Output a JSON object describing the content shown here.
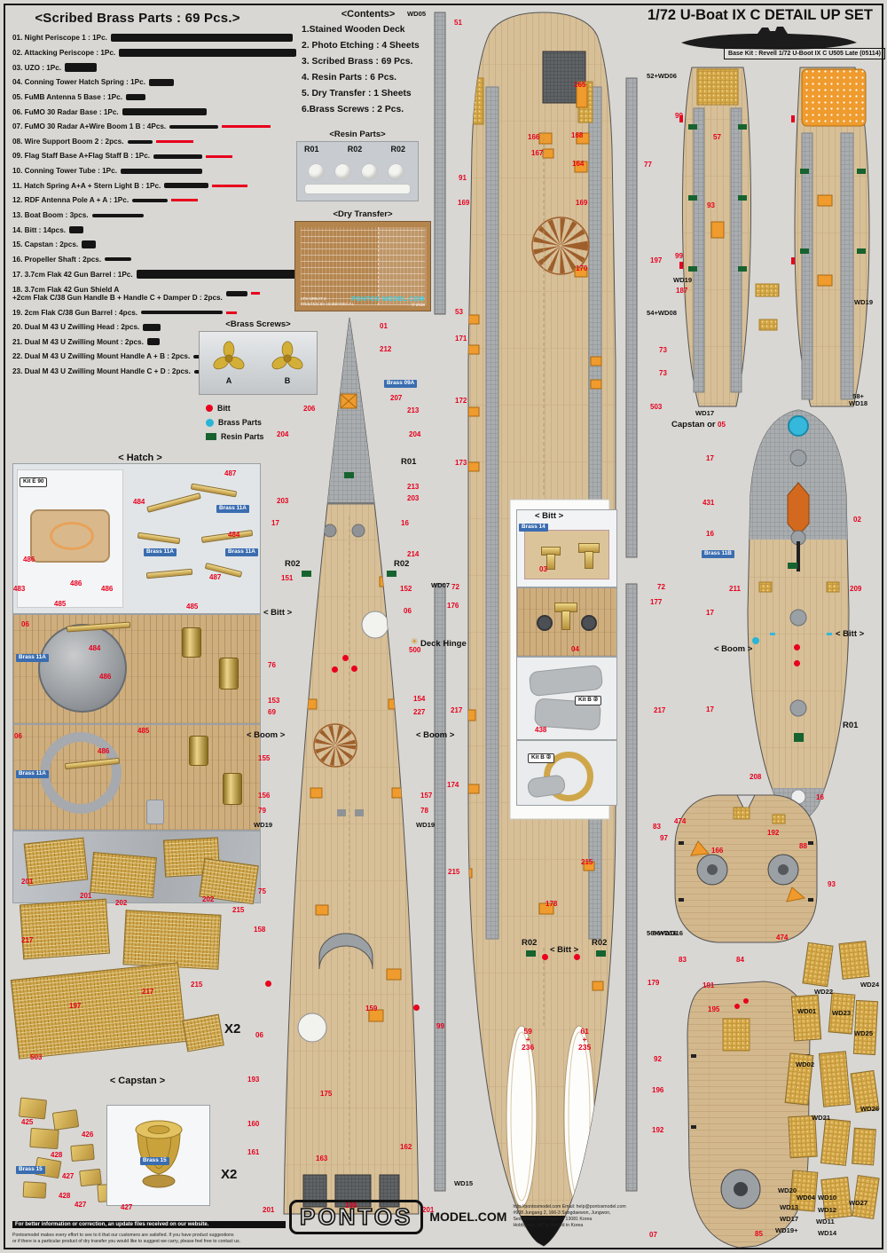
{
  "page": {
    "title": "1/72 U-Boat IX C DETAIL UP SET",
    "base_kit": "Base Kit : Revell 1/72 U-Boot IX C U505 Late (05114)"
  },
  "brass_parts": {
    "title": "<Scribed Brass Parts : 69 Pcs.>",
    "items": [
      [
        "01. Night Periscope 1 : 1Pc.",
        205,
        9,
        0
      ],
      [
        "02. Attacking Periscope : 1Pc.",
        200,
        9,
        0
      ],
      [
        "03. UZO : 1Pc.",
        36,
        10,
        0
      ],
      [
        "04. Conning Tower Hatch Spring : 1Pc.",
        28,
        8,
        0
      ],
      [
        "05. FuMB Antenna 5 Base : 1Pc.",
        22,
        7,
        0
      ],
      [
        "06. FuMO 30 Radar Base : 1Pc.",
        95,
        8,
        0
      ],
      [
        "07. FuMO 30 Radar A+Wire Boom 1 B : 4Pcs.",
        55,
        4,
        55
      ],
      [
        "08. Wire Support Boom 2 : 2pcs.",
        28,
        4,
        42
      ],
      [
        "09. Flag Staff Base A+Flag Staff B : 1Pc.",
        55,
        5,
        30
      ],
      [
        "10. Conning Tower Tube : 1Pc.",
        92,
        6,
        0
      ],
      [
        "11. Hatch Spring A+A +  Stern Light B : 1Pc.",
        50,
        6,
        40
      ],
      [
        "12. RDF Antenna Pole A + A : 1Pc.",
        40,
        4,
        30
      ],
      [
        "13. Boat Boom : 3pcs.",
        58,
        4,
        0
      ],
      [
        "14. Bitt : 14pcs.",
        16,
        8,
        0
      ],
      [
        "15. Capstan : 2pcs.",
        16,
        9,
        0
      ],
      [
        "16. Propeller Shaft : 2pcs.",
        30,
        4,
        0
      ],
      [
        "17. 3.7cm Flak 42 Gun Barrel : 1Pc.",
        210,
        10,
        0
      ],
      [
        "18. 3.7cm Flak 42 Gun Shield A\n      +2cm Flak C/38 Gun Handle B + Handle C + Damper D : 2pcs.",
        24,
        6,
        10
      ],
      [
        "19. 2cm Flak C/38 Gun Barrel :  4pcs.",
        92,
        4,
        12
      ],
      [
        "20. Dual M 43 U Zwilling Head : 2pcs.",
        20,
        8,
        0
      ],
      [
        "21. Dual M 43 U Zwilling Mount : 2pcs.",
        14,
        8,
        0
      ],
      [
        "22. Dual M 43 U Zwilling Mount Handle A + B : 2pcs.",
        30,
        4,
        10
      ],
      [
        "23. Dual M 43 U Zwilling Mount Handle C + D : 2pcs.",
        28,
        4,
        10
      ]
    ]
  },
  "contents": {
    "title": "<Contents>",
    "items": [
      "1.Stained Wooden Deck",
      "2. Photo Etching : 4 Sheets",
      "3. Scribed Brass : 69 Pcs.",
      "4. Resin Parts : 6 Pcs.",
      "5. Dry Transfer : 1 Sheets",
      "6.Brass Screws : 2 Pcs."
    ]
  },
  "resin": {
    "title": "<Resin Parts>",
    "labels": [
      "R01",
      "R02",
      "R02"
    ]
  },
  "dry": {
    "title": "<Dry Transfer>",
    "lts": "LTS GREAT 2\nPRINTED BY HOBBYDECAL",
    "mark": "PONTOS MODEL.COM",
    "year": "© 2018"
  },
  "screws": {
    "title": "<Brass Screws>",
    "a": "A",
    "b": "B"
  },
  "legend": [
    {
      "k": "dr",
      "label": "Bitt"
    },
    {
      "k": "dc",
      "label": "Brass Parts"
    },
    {
      "k": "dg",
      "label": "Resin Parts"
    }
  ],
  "hatch": {
    "title": "< Hatch >"
  },
  "capstan": {
    "title": "< Capstan >"
  },
  "footer": {
    "note": "For better information or correction, an update files received on our website.",
    "fine": "Pontosmodel makes every effort to see to it that our customers are satisfied. If you have product suggestions\nor if there is a particular product of dry transfer you would like to suggest we carry,  please feel free to contact us.",
    "logo": "PONTOS",
    "logo_sub": "MODEL.COM",
    "contact": "http://pontosmodel.com  Email: help@pontosmodel.com\n#908 Jungang 2, 166-3 Sangdaewon, Jungwon,\nSeongnam, Gyeonggi-do 13081 Korea\nHobbyway, INC ●  Printed in Korea"
  },
  "callouts": [
    [
      22,
      538,
      "Kit E 90",
      "kit"
    ],
    [
      253,
      530,
      "487",
      "r"
    ],
    [
      150,
      562,
      "484",
      "r"
    ],
    [
      244,
      569,
      "Brass 11A",
      "bl"
    ],
    [
      257,
      599,
      "484",
      "r"
    ],
    [
      26,
      627,
      "486",
      "r"
    ],
    [
      162,
      618,
      "Brass 11A",
      "bl"
    ],
    [
      254,
      618,
      "Brass 11A",
      "bl"
    ],
    [
      236,
      647,
      "487",
      "r"
    ],
    [
      79,
      654,
      "486",
      "r"
    ],
    [
      15,
      660,
      "483",
      "r"
    ],
    [
      61,
      677,
      "485",
      "r"
    ],
    [
      114,
      660,
      "486",
      "r"
    ],
    [
      210,
      680,
      "485",
      "r"
    ],
    [
      24,
      700,
      "06",
      "r"
    ],
    [
      100,
      727,
      "484",
      "r"
    ],
    [
      18,
      737,
      "Brass 11A",
      "bl"
    ],
    [
      112,
      759,
      "486",
      "r"
    ],
    [
      16,
      826,
      "06",
      "r"
    ],
    [
      155,
      820,
      "485",
      "r"
    ],
    [
      110,
      843,
      "486",
      "r"
    ],
    [
      18,
      868,
      "Brass 11A",
      "bl"
    ],
    [
      24,
      990,
      "201",
      "r"
    ],
    [
      90,
      1006,
      "201",
      "r"
    ],
    [
      130,
      1014,
      "202",
      "r"
    ],
    [
      228,
      1010,
      "202",
      "r"
    ],
    [
      262,
      1022,
      "215",
      "r"
    ],
    [
      24,
      1056,
      "217",
      "r"
    ],
    [
      160,
      1114,
      "217",
      "r"
    ],
    [
      215,
      1106,
      "215",
      "r"
    ],
    [
      78,
      1130,
      "197",
      "r"
    ],
    [
      34,
      1188,
      "503",
      "r"
    ],
    [
      253,
      1152,
      "X2",
      "x2"
    ],
    [
      24,
      1261,
      "425",
      "r"
    ],
    [
      92,
      1275,
      "426",
      "r"
    ],
    [
      57,
      1298,
      "428",
      "r"
    ],
    [
      70,
      1322,
      "427",
      "r"
    ],
    [
      18,
      1314,
      "Brass 15",
      "bl"
    ],
    [
      158,
      1304,
      "Brass 15",
      "bl"
    ],
    [
      84,
      1354,
      "427",
      "r"
    ],
    [
      136,
      1357,
      "427",
      "r"
    ],
    [
      66,
      1344,
      "428",
      "r"
    ],
    [
      249,
      1316,
      "X2",
      "x2"
    ],
    [
      428,
      364,
      "01",
      "r"
    ],
    [
      428,
      390,
      "212",
      "r"
    ],
    [
      433,
      428,
      "Brass 09A",
      "bl"
    ],
    [
      342,
      457,
      "206",
      "r"
    ],
    [
      440,
      445,
      "207",
      "r"
    ],
    [
      459,
      459,
      "213",
      "r"
    ],
    [
      312,
      486,
      "204",
      "r"
    ],
    [
      461,
      486,
      "204",
      "r"
    ],
    [
      452,
      516,
      "R01",
      "L"
    ],
    [
      459,
      545,
      "213",
      "r"
    ],
    [
      312,
      561,
      "203",
      "r"
    ],
    [
      459,
      558,
      "203",
      "r"
    ],
    [
      306,
      586,
      "17",
      "r"
    ],
    [
      452,
      586,
      "16",
      "r"
    ],
    [
      459,
      621,
      "214",
      "r"
    ],
    [
      321,
      631,
      "R02",
      "L"
    ],
    [
      444,
      631,
      "R02",
      "L"
    ],
    [
      317,
      648,
      "151",
      "r"
    ],
    [
      451,
      660,
      "152",
      "r"
    ],
    [
      455,
      685,
      "06",
      "r"
    ],
    [
      297,
      686,
      "< Bitt >",
      "L"
    ],
    [
      461,
      729,
      "500",
      "r"
    ],
    [
      474,
      721,
      "Deck Hinge",
      "L"
    ],
    [
      463,
      719,
      "✳",
      "gold"
    ],
    [
      302,
      746,
      "76",
      "r"
    ],
    [
      302,
      786,
      "153",
      "r"
    ],
    [
      466,
      784,
      "154",
      "r"
    ],
    [
      302,
      799,
      "69",
      "r"
    ],
    [
      466,
      799,
      "227",
      "r"
    ],
    [
      278,
      824,
      "< Boom >",
      "L"
    ],
    [
      469,
      824,
      "< Boom >",
      "L"
    ],
    [
      291,
      851,
      "155",
      "r"
    ],
    [
      291,
      893,
      "156",
      "r"
    ],
    [
      474,
      893,
      "157",
      "r"
    ],
    [
      291,
      910,
      "79",
      "r"
    ],
    [
      474,
      910,
      "78",
      "r"
    ],
    [
      286,
      926,
      "WD19",
      "b"
    ],
    [
      469,
      926,
      "WD19",
      "b"
    ],
    [
      291,
      1001,
      "75",
      "r"
    ],
    [
      286,
      1044,
      "158",
      "r"
    ],
    [
      288,
      1163,
      "06",
      "r"
    ],
    [
      412,
      1133,
      "159",
      "r"
    ],
    [
      279,
      1213,
      "193",
      "r"
    ],
    [
      361,
      1229,
      "175",
      "r"
    ],
    [
      279,
      1263,
      "160",
      "r"
    ],
    [
      279,
      1295,
      "161",
      "r"
    ],
    [
      451,
      1289,
      "162",
      "r"
    ],
    [
      356,
      1302,
      "163",
      "r"
    ],
    [
      389,
      1355,
      "198",
      "r"
    ],
    [
      296,
      1360,
      "201",
      "r"
    ],
    [
      476,
      1360,
      "201",
      "r"
    ],
    [
      386,
      738,
      "",
      "dr"
    ],
    [
      396,
      750,
      "",
      "dr"
    ],
    [
      374,
      751,
      "",
      "dr"
    ],
    [
      466,
      1132,
      "",
      "dr"
    ],
    [
      299,
      1105,
      "",
      "dr"
    ],
    [
      388,
      532,
      "",
      "dg"
    ],
    [
      340,
      643,
      "",
      "dg"
    ],
    [
      436,
      643,
      "",
      "dg"
    ],
    [
      459,
      12,
      "WD05",
      "b"
    ],
    [
      512,
      22,
      "51",
      "r"
    ],
    [
      729,
      82,
      "52+WD06",
      "b"
    ],
    [
      647,
      92,
      "165",
      "r"
    ],
    [
      644,
      149,
      "168",
      "r"
    ],
    [
      595,
      151,
      "166",
      "r"
    ],
    [
      599,
      169,
      "167",
      "r"
    ],
    [
      726,
      182,
      "77",
      "r"
    ],
    [
      517,
      197,
      "91",
      "r"
    ],
    [
      645,
      181,
      "164",
      "r"
    ],
    [
      516,
      225,
      "169",
      "r"
    ],
    [
      649,
      225,
      "169",
      "r"
    ],
    [
      733,
      290,
      "197",
      "r"
    ],
    [
      649,
      299,
      "170",
      "r"
    ],
    [
      513,
      348,
      "53",
      "r"
    ],
    [
      729,
      349,
      "54+WD08",
      "b"
    ],
    [
      513,
      378,
      "171",
      "r"
    ],
    [
      743,
      391,
      "73",
      "r"
    ],
    [
      743,
      417,
      "73",
      "r"
    ],
    [
      513,
      448,
      "172",
      "r"
    ],
    [
      733,
      455,
      "503",
      "r"
    ],
    [
      513,
      518,
      "173",
      "r"
    ],
    [
      486,
      656,
      "WD07",
      "b"
    ],
    [
      509,
      658,
      "72",
      "r"
    ],
    [
      741,
      658,
      "72",
      "r"
    ],
    [
      504,
      679,
      "176",
      "r"
    ],
    [
      733,
      675,
      "177",
      "r"
    ],
    [
      603,
      577,
      "< Bitt >",
      "L"
    ],
    [
      585,
      590,
      "Brass 14",
      "bl"
    ],
    [
      608,
      638,
      "03",
      "r"
    ],
    [
      644,
      728,
      "04",
      "r"
    ],
    [
      648,
      784,
      "Kit B ②",
      "kit"
    ],
    [
      603,
      819,
      "438",
      "r"
    ],
    [
      595,
      849,
      "Kit B ②",
      "kit"
    ],
    [
      508,
      797,
      "217",
      "r"
    ],
    [
      737,
      797,
      "217",
      "r"
    ],
    [
      504,
      881,
      "174",
      "r"
    ],
    [
      505,
      979,
      "215",
      "r"
    ],
    [
      655,
      968,
      "215",
      "r"
    ],
    [
      729,
      1048,
      "56+WD16",
      "b"
    ],
    [
      588,
      1058,
      "R02",
      "L"
    ],
    [
      667,
      1058,
      "R02",
      "L"
    ],
    [
      620,
      1066,
      "< Bitt >",
      "L"
    ],
    [
      615,
      1015,
      "178",
      "r"
    ],
    [
      730,
      1104,
      "179",
      "r"
    ],
    [
      492,
      1153,
      "99",
      "r"
    ],
    [
      588,
      1158,
      "59\n+\n236",
      "rv"
    ],
    [
      652,
      1158,
      "61\n+\n235",
      "rv"
    ],
    [
      512,
      1330,
      "WD15",
      "b"
    ],
    [
      611,
      1075,
      "",
      "dr"
    ],
    [
      647,
      1075,
      "",
      "dr"
    ],
    [
      593,
      1071,
      "",
      "dg"
    ],
    [
      672,
      1071,
      "",
      "dg"
    ],
    [
      761,
      127,
      "99",
      "r"
    ],
    [
      804,
      151,
      "57",
      "r"
    ],
    [
      797,
      228,
      "93",
      "r"
    ],
    [
      761,
      285,
      "99",
      "r"
    ],
    [
      759,
      312,
      "WD19",
      "b"
    ],
    [
      762,
      324,
      "187",
      "r"
    ],
    [
      963,
      337,
      "WD19",
      "b"
    ],
    [
      957,
      443,
      "58+\nWD18",
      "bv"
    ],
    [
      784,
      462,
      "WD17",
      "b"
    ],
    [
      757,
      474,
      "Capstan or",
      "L"
    ],
    [
      809,
      475,
      "05",
      "r"
    ],
    [
      796,
      513,
      "17",
      "r"
    ],
    [
      792,
      563,
      "431",
      "r"
    ],
    [
      962,
      582,
      "02",
      "r"
    ],
    [
      796,
      598,
      "16",
      "r"
    ],
    [
      791,
      620,
      "Brass 11B",
      "bl"
    ],
    [
      822,
      660,
      "211",
      "r"
    ],
    [
      958,
      660,
      "209",
      "r"
    ],
    [
      796,
      687,
      "17",
      "r"
    ],
    [
      805,
      727,
      "< Boom >",
      "L"
    ],
    [
      942,
      710,
      "< Bitt >",
      "L"
    ],
    [
      796,
      796,
      "17",
      "r"
    ],
    [
      950,
      813,
      "R01",
      "L"
    ],
    [
      845,
      872,
      "208",
      "r"
    ],
    [
      920,
      895,
      "16",
      "r"
    ],
    [
      901,
      950,
      "88",
      "r"
    ],
    [
      760,
      922,
      "474",
      "r"
    ],
    [
      736,
      928,
      "83",
      "r"
    ],
    [
      744,
      941,
      "97",
      "r"
    ],
    [
      865,
      935,
      "192",
      "r"
    ],
    [
      802,
      955,
      "166",
      "r"
    ],
    [
      933,
      993,
      "93",
      "r"
    ],
    [
      875,
      1053,
      "474",
      "r"
    ],
    [
      736,
      1048,
      "56+WD16",
      "b"
    ],
    [
      765,
      1078,
      "83",
      "r"
    ],
    [
      830,
      1078,
      "84",
      "r"
    ],
    [
      792,
      1107,
      "191",
      "r"
    ],
    [
      798,
      1134,
      "195",
      "r"
    ],
    [
      737,
      1190,
      "92",
      "r"
    ],
    [
      735,
      1225,
      "196",
      "r"
    ],
    [
      735,
      1270,
      "192",
      "r"
    ],
    [
      851,
      1387,
      "85",
      "r"
    ],
    [
      732,
      1388,
      "07",
      "r"
    ],
    [
      895,
      726,
      "",
      "dr"
    ],
    [
      895,
      744,
      "",
      "dr"
    ],
    [
      848,
      718,
      "",
      "dc"
    ],
    [
      888,
      634,
      "",
      "dg"
    ],
    [
      895,
      829,
      "",
      "dg"
    ],
    [
      918,
      1114,
      "WD22",
      "b"
    ],
    [
      970,
      1106,
      "WD24",
      "b"
    ],
    [
      899,
      1136,
      "WD01",
      "b"
    ],
    [
      938,
      1138,
      "WD23",
      "b"
    ],
    [
      963,
      1161,
      "WD25",
      "b"
    ],
    [
      970,
      1246,
      "WD26",
      "b"
    ],
    [
      897,
      1196,
      "WD02",
      "b"
    ],
    [
      915,
      1256,
      "WD21",
      "b"
    ],
    [
      877,
      1338,
      "WD20",
      "b"
    ],
    [
      898,
      1346,
      "WD04",
      "b"
    ],
    [
      879,
      1357,
      "WD13",
      "b"
    ],
    [
      879,
      1370,
      "WD17",
      "b"
    ],
    [
      874,
      1383,
      "WD19+",
      "b"
    ],
    [
      922,
      1346,
      "WD10",
      "b"
    ],
    [
      922,
      1360,
      "WD12",
      "b"
    ],
    [
      920,
      1373,
      "WD11",
      "b"
    ],
    [
      922,
      1386,
      "WD14",
      "b"
    ],
    [
      957,
      1352,
      "WD27",
      "b"
    ]
  ]
}
